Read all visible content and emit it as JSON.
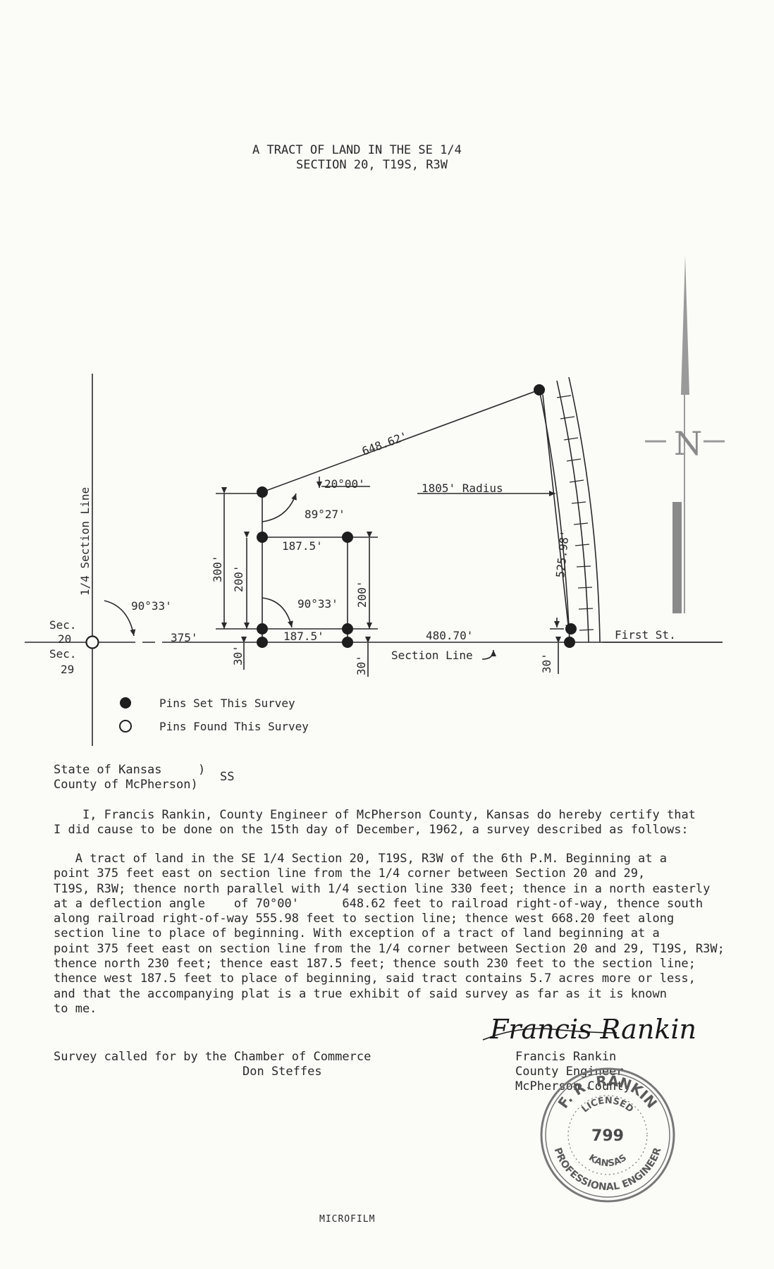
{
  "title": {
    "line1": "A TRACT OF LAND IN THE SE 1/4",
    "line2": "SECTION 20, T19S, R3W"
  },
  "plat": {
    "quarter_section_line": "1/4 Section Line",
    "sec20_a": "Sec.",
    "sec20_b": "20",
    "sec29_a": "Sec.",
    "sec29_b": "29",
    "angle_west": "90°33'",
    "dist_375": "375'",
    "dist_30_left": "30'",
    "dist_300": "300'",
    "dist_200_left": "200'",
    "angle_deflection": "20°00'",
    "dist_648": "648.62'",
    "angle_89": "89°27'",
    "dist_187_top": "187.5'",
    "angle_inner": "90°33'",
    "dist_187_bottom": "187.5'",
    "dist_200_right": "200'",
    "dist_30_mid": "30'",
    "radius": "1805' Radius",
    "dist_525": "525.98'",
    "dist_480": "480.70'",
    "section_line": "Section Line",
    "dist_30_right": "30'",
    "first_st": "First St.",
    "north": "N"
  },
  "legend": {
    "set": "Pins Set This Survey",
    "found": "Pins Found This Survey"
  },
  "venue": {
    "state": "State of Kansas",
    "paren1": ")",
    "ss": "SS",
    "county": "County of McPherson)"
  },
  "cert": "    I, Francis Rankin, County Engineer of McPherson County, Kansas do hereby certify that\nI did cause to be done on the 15th day of December, 1962, a survey described as follows:",
  "description": "   A tract of land in the SE 1/4 Section 20, T19S, R3W of the 6th P.M. Beginning at a\npoint 375 feet east on section line from the 1/4 corner between Section 20 and 29,\nT19S, R3W; thence north parallel with 1/4 section line 330 feet; thence in a north easterly\nat a deflection angle    of 70°00'      648.62 feet to railroad right-of-way, thence south\nalong railroad right-of-way 555.98 feet to section line; thence west 668.20 feet along\nsection line to place of beginning. With exception of a tract of land beginning at a\npoint 375 feet east on section line from the 1/4 corner between Section 20 and 29, T19S, R3W;\nthence north 230 feet; thence east 187.5 feet; thence south 230 feet to the section line;\nthence west 187.5 feet to place of beginning, said tract contains 5.7 acres more or less,\nand that the accompanying plat is a true exhibit of said survey as far as it is known\nto me.",
  "called_for": {
    "line1": "Survey called for by the Chamber of Commerce",
    "line2": "Don Steffes"
  },
  "signature": {
    "signed": "Francis Rankin",
    "name": "Francis Rankin",
    "title": "County Engineer",
    "county": "McPherson County"
  },
  "seal": {
    "top": "F. R. RANKIN",
    "licensed": "LICENSED",
    "number": "799",
    "state": "KANSAS",
    "bottom": "PROFESSIONAL ENGINEER"
  },
  "footer": "MICROFILM"
}
